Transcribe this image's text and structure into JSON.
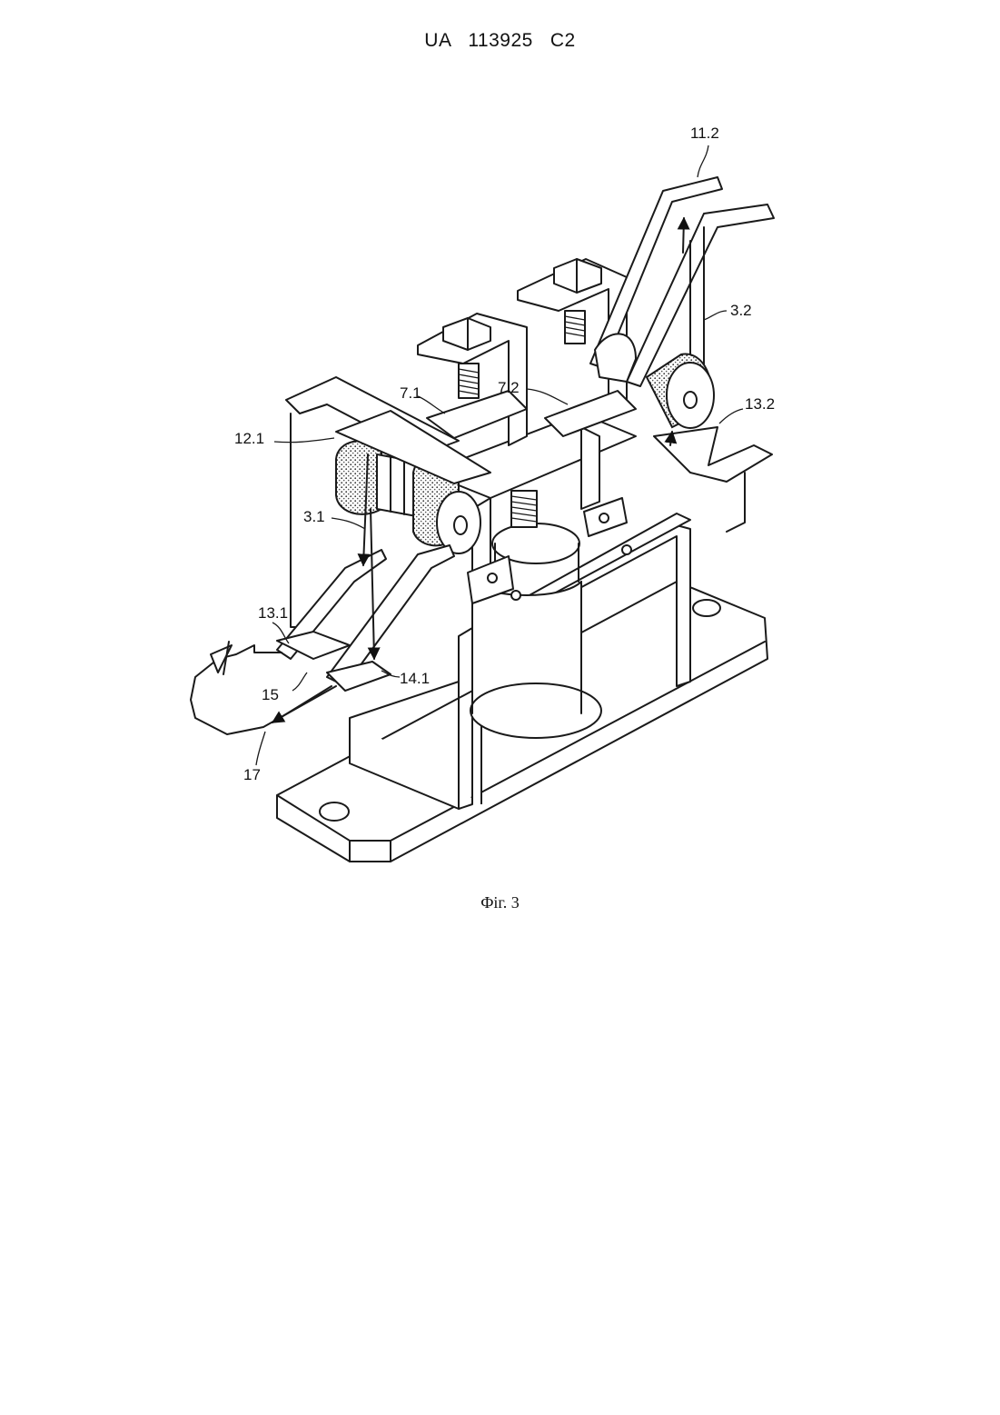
{
  "header": {
    "doc_id": "UA   113925   C2"
  },
  "figure": {
    "caption": "Фіг. 3",
    "labels": {
      "l_11_2": "11.2",
      "l_3_2": "3.2",
      "l_13_2": "13.2",
      "l_7_1": "7.1",
      "l_7_2": "7.2",
      "l_12_1": "12.1",
      "l_3_1": "3.1",
      "l_13_1": "13.1",
      "l_15": "15",
      "l_14_1": "14.1",
      "l_17": "17"
    }
  }
}
